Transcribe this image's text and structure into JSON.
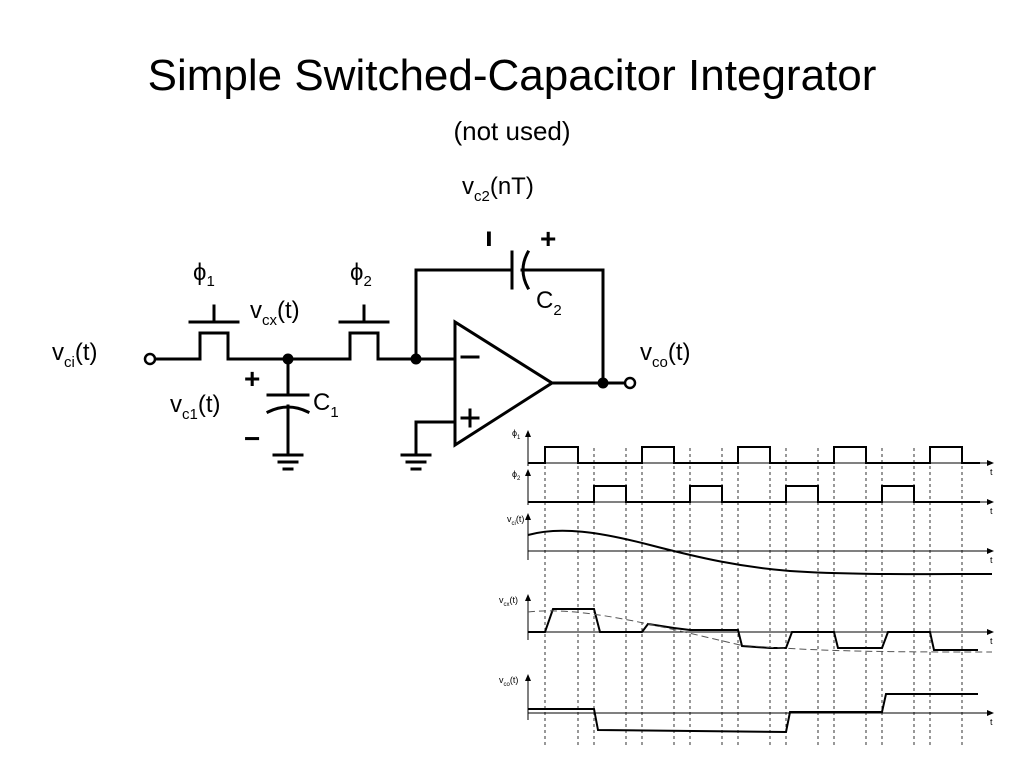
{
  "slide": {
    "title": "Simple Switched-Capacitor Integrator",
    "subtitle": "(not used)"
  },
  "circuit": {
    "vc2_main": "v",
    "vc2_sub": "c2",
    "vc2_tail": "(nT)",
    "phi1_main": "ϕ",
    "phi1_sub": "1",
    "phi2_main": "ϕ",
    "phi2_sub": "2",
    "vcx_main": "v",
    "vcx_sub": "cx",
    "vcx_tail": "(t)",
    "vci_main": "v",
    "vci_sub": "ci",
    "vci_tail": "(t)",
    "vc1_main": "v",
    "vc1_sub": "c1",
    "vc1_tail": "(t)",
    "c1_main": "C",
    "c1_sub": "1",
    "c2_main": "C",
    "c2_sub": "2",
    "vco_main": "v",
    "vco_sub": "co",
    "vco_tail": "(t)",
    "plus": "+",
    "minus": "−",
    "c2_minus": "ı"
  },
  "timing": {
    "phi1_main": "ϕ",
    "phi1_sub": "1",
    "phi2_main": "ϕ",
    "phi2_sub": "2",
    "vci_main": "v",
    "vci_sub": "ci",
    "vci_tail": "(t)",
    "vcx_main": "v",
    "vcx_sub": "cx",
    "vcx_tail": "(t)",
    "vco_main": "v",
    "vco_sub": "co",
    "vco_tail": "(t)",
    "t": "t"
  }
}
